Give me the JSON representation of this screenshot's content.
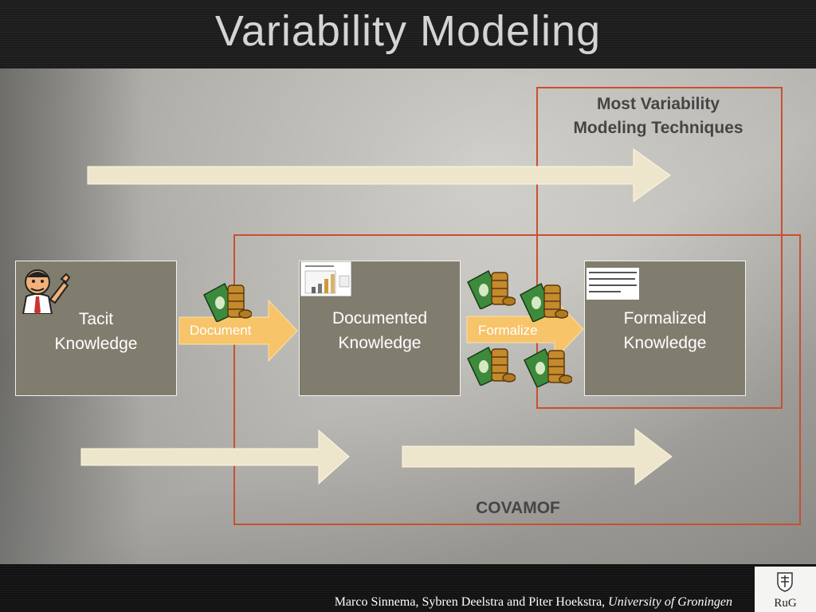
{
  "slide": {
    "title": "Variability Modeling",
    "footer": {
      "credit_authors": "Marco Sinnema, Sybren Deelstra and Piter Hoekstra, ",
      "credit_affiliation": "University of Groningen",
      "logo_text": "RuG"
    }
  },
  "diagram": {
    "region_top_label": [
      "Most Variability",
      "Modeling Techniques"
    ],
    "region_bottom_label": "COVAMOF",
    "boxes": [
      {
        "label_line1": "Tacit",
        "label_line2": "Knowledge"
      },
      {
        "label_line1": "Documented",
        "label_line2": "Knowledge"
      },
      {
        "label_line1": "Formalized",
        "label_line2": "Knowledge"
      }
    ],
    "steps": [
      {
        "label": "Document"
      },
      {
        "label": "Formalize"
      }
    ]
  },
  "colors": {
    "frame": "#c9502f",
    "box_fill": "#807d6f",
    "wide_arrow": "#ede6cc",
    "step_arrow": "#f7c46a"
  }
}
